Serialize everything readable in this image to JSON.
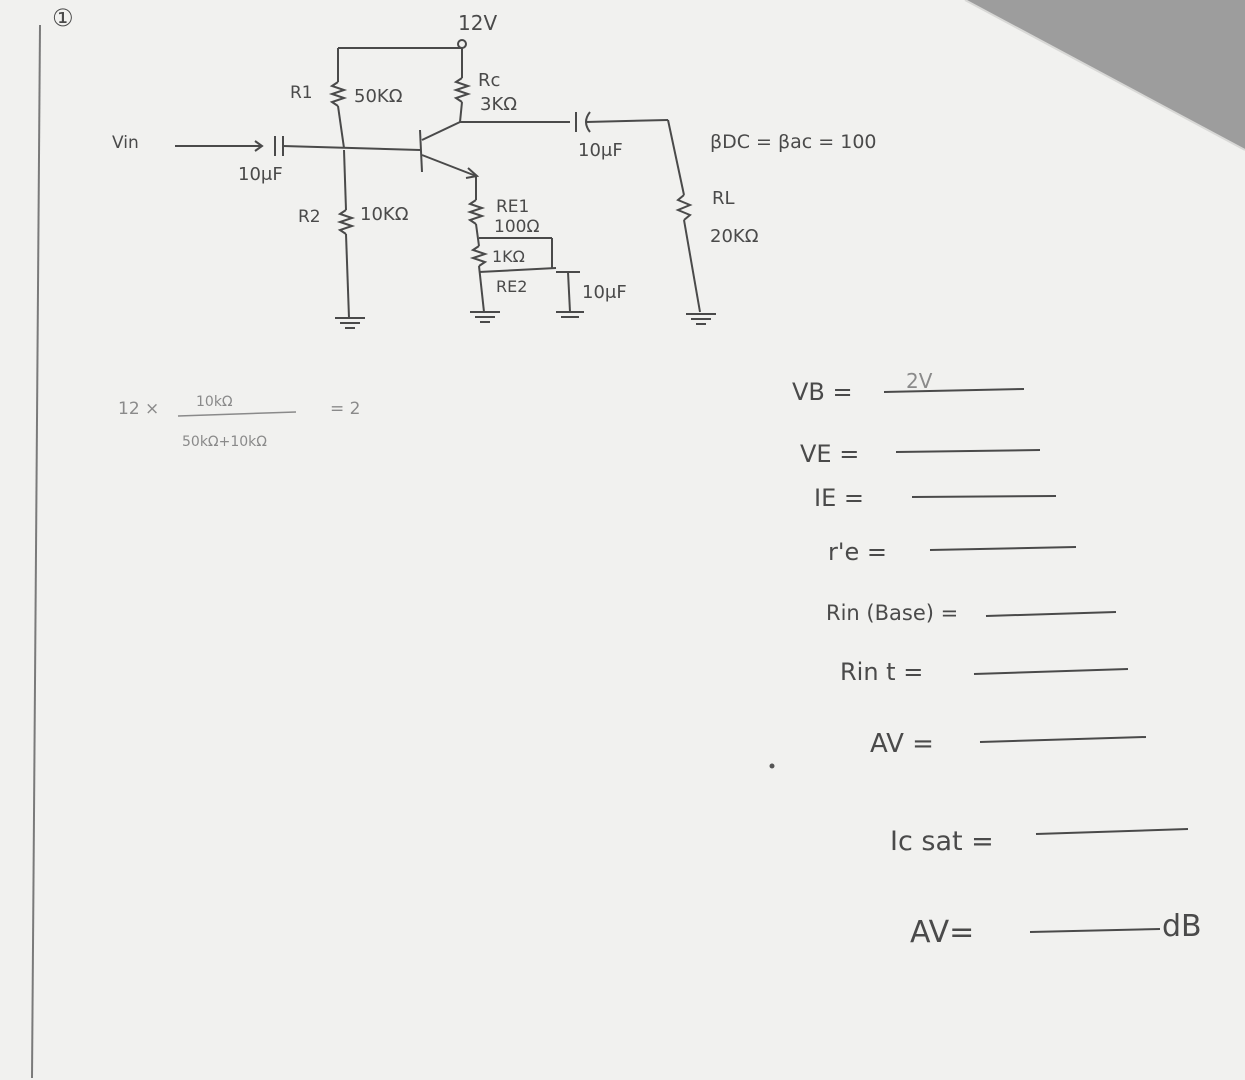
{
  "problem": {
    "number": "①"
  },
  "circuit": {
    "supply": "12V",
    "input_label": "Vin",
    "r1_label": "R1",
    "r1_value": "50KΩ",
    "rc_label": "Rc",
    "rc_value": "3KΩ",
    "r2_label": "R2",
    "r2_value": "10KΩ",
    "re1_label": "RE1",
    "re1_value": "100Ω",
    "re2_value": "1KΩ",
    "re2_label": "RE2",
    "rl_label": "RL",
    "rl_value": "20KΩ",
    "cap_in": "10μF",
    "cap_out": "10μF",
    "cap_bypass": "10μF",
    "beta": "βDC = βac = 100"
  },
  "work": {
    "factor": "12 ×",
    "numerator": "10kΩ",
    "denominator": "50kΩ+10kΩ",
    "result": "= 2"
  },
  "answers": [
    {
      "label": "VB =",
      "value": "2V"
    },
    {
      "label": "VE =",
      "value": ""
    },
    {
      "label": "IE =",
      "value": ""
    },
    {
      "label": "r'e =",
      "value": ""
    },
    {
      "label": "Rin (Base) =",
      "value": ""
    },
    {
      "label": "Rin t =",
      "value": ""
    },
    {
      "label": "AV =",
      "value": ""
    },
    {
      "label": "Ic sat =",
      "value": ""
    },
    {
      "label": "AV=",
      "value": "",
      "unit": "dB"
    }
  ],
  "colors": {
    "paper": "#f1f1ef",
    "background": "#9e9e9e",
    "ink": "#4a4a4a",
    "pencil": "#8a8a8a"
  }
}
